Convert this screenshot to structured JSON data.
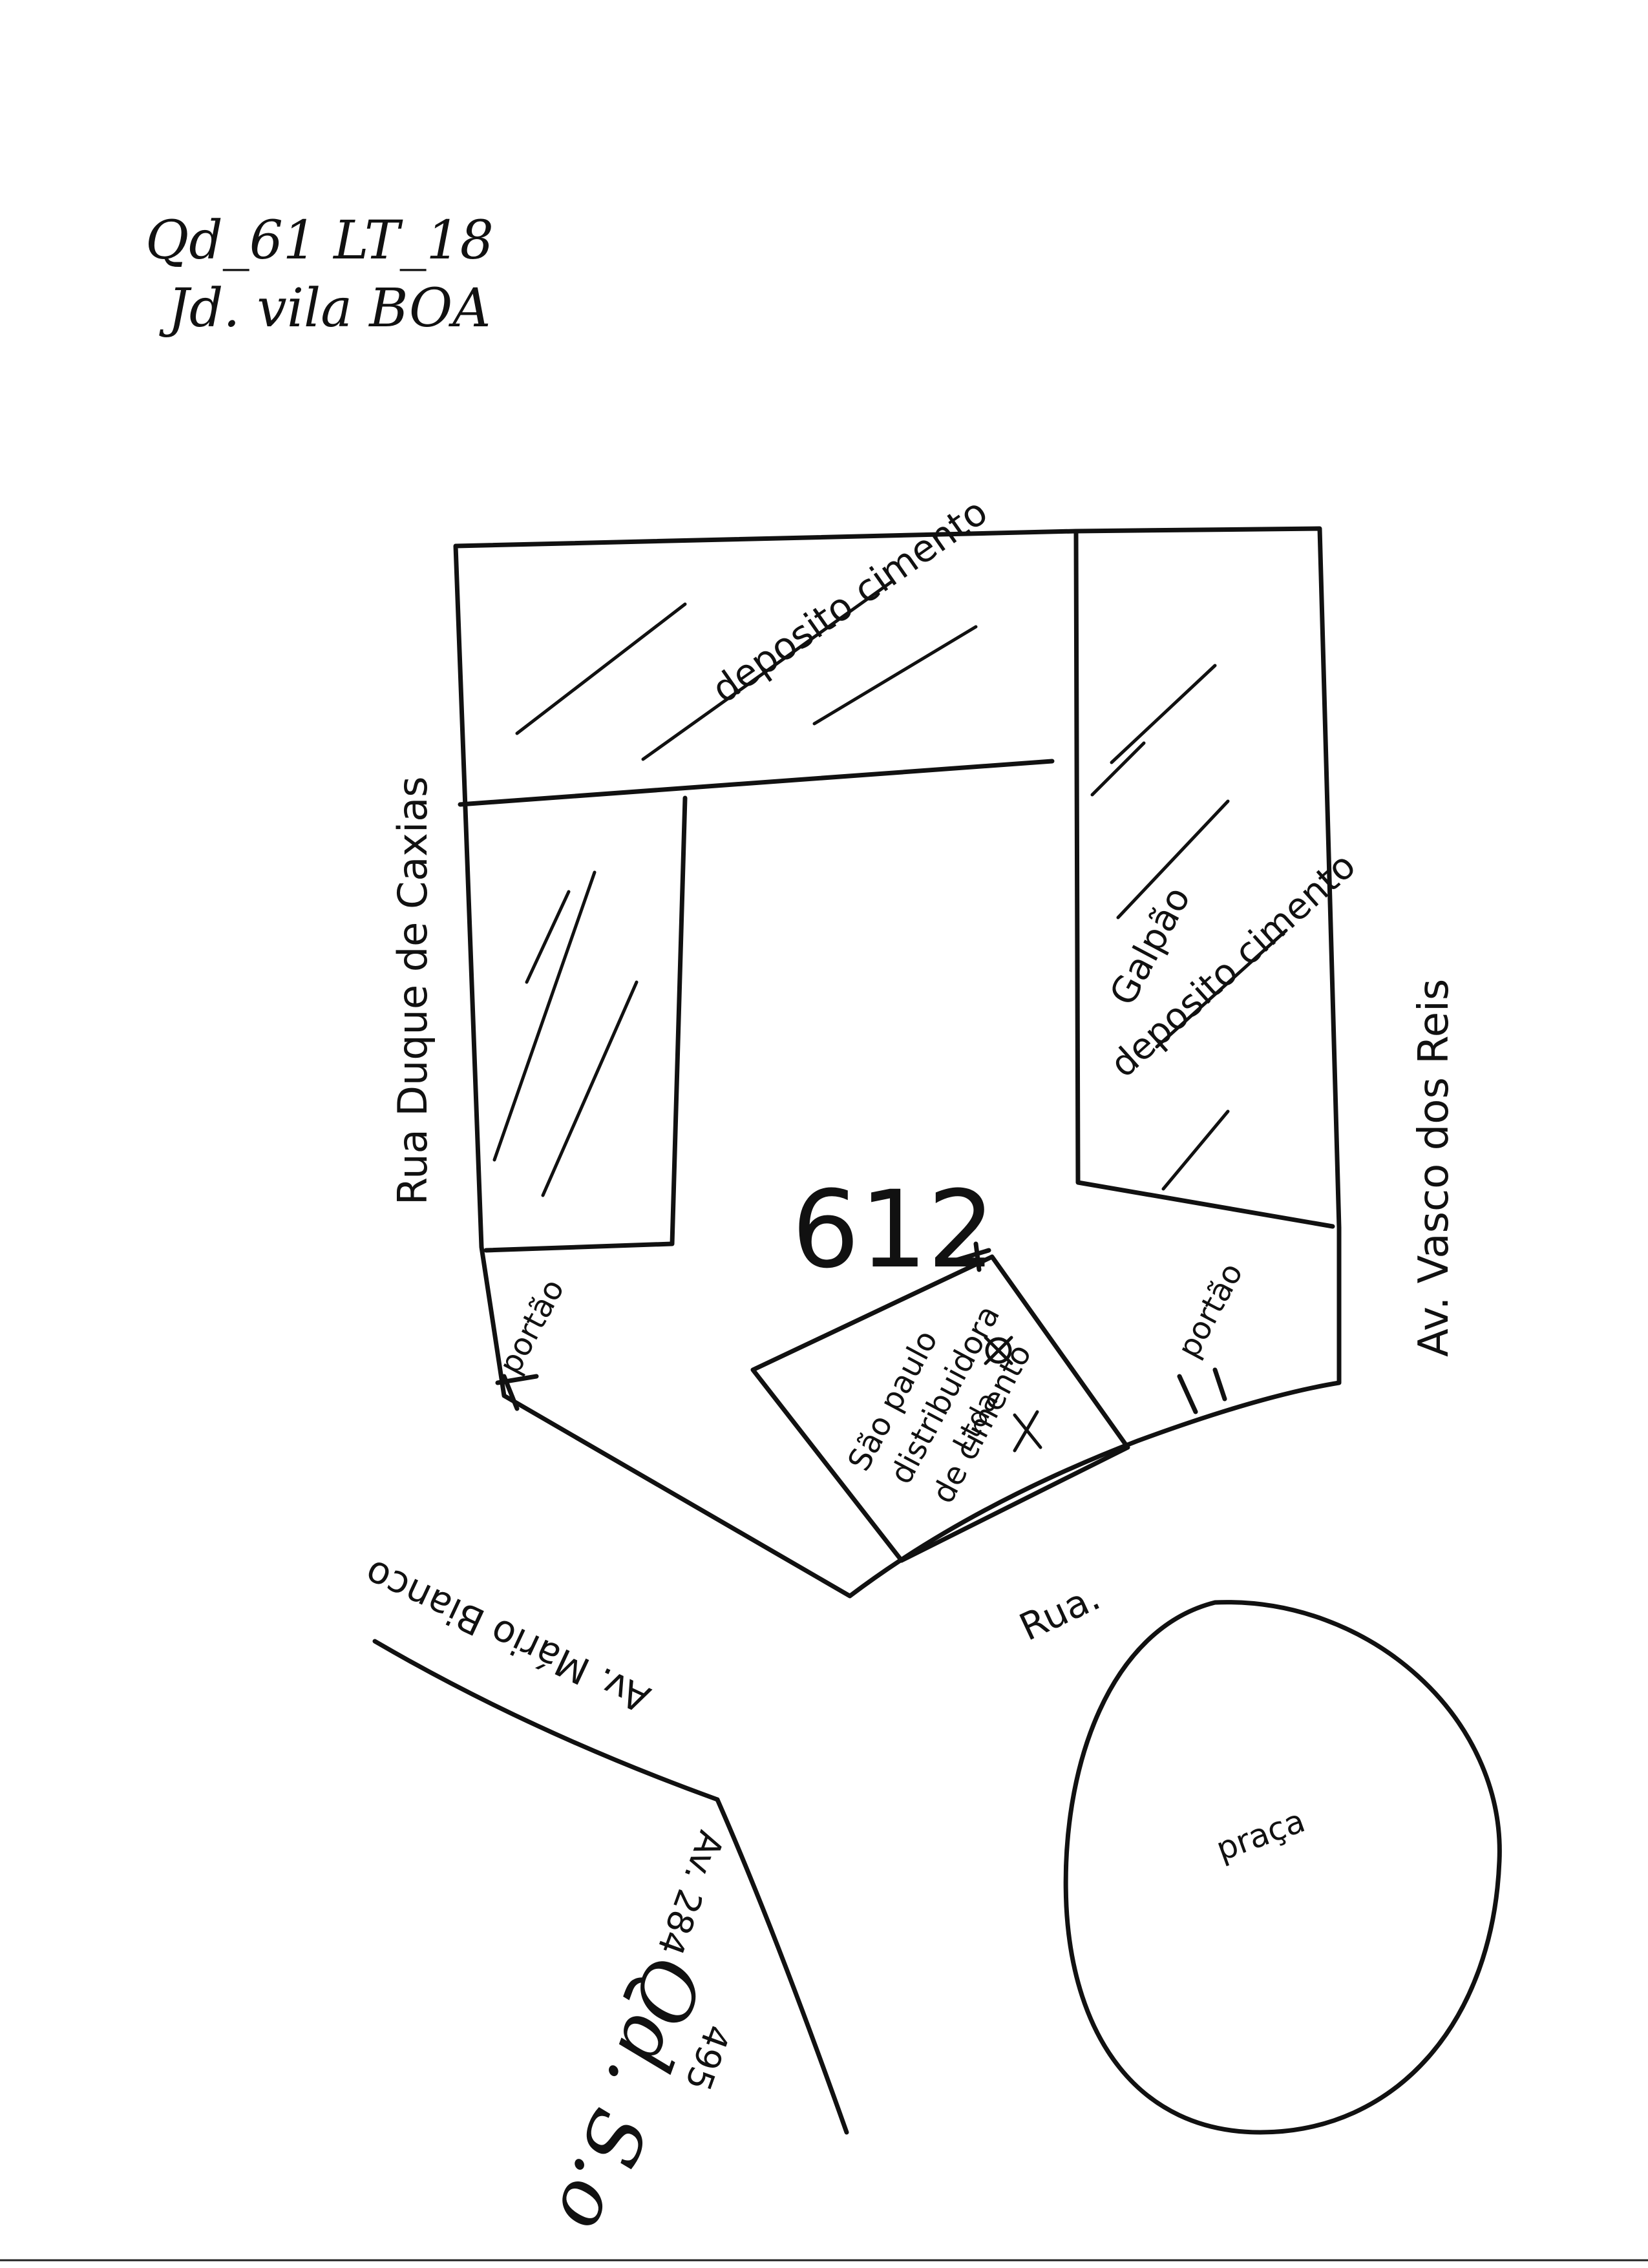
{
  "header": {
    "line1": "Qd_61 LT_18",
    "line2": "Jd. vila BOA"
  },
  "labels": {
    "upper_shed": "deposito cimento",
    "right_shed_1": "Galpão",
    "right_shed_2": "deposito cimento",
    "number": "612",
    "building_1": "São paulo",
    "building_2": "distribuidora",
    "building_3": "de cimento",
    "building_4": "Ltda",
    "gate_left": "portão",
    "gate_right": "portão",
    "street_left": "Rua Duque de Caxias",
    "street_right": "Av. Vasco dos Reis",
    "street_bottom": "Rua.",
    "street_diag": "Av. Mário Bianco",
    "street_lower_a": "Av. 284",
    "street_lower_b": "495",
    "street_lower_c": "Qd. S.o",
    "plaza": "praça"
  }
}
